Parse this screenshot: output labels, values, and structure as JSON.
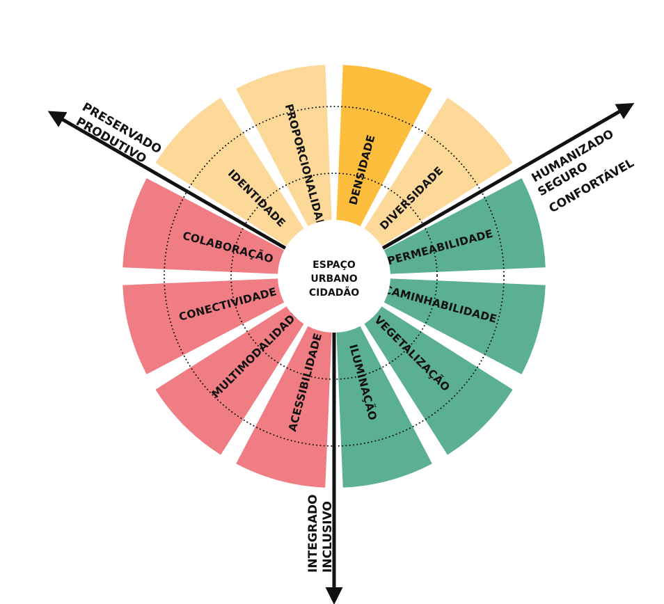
{
  "center": {
    "lines": [
      "ESPAÇO",
      "URBANO",
      "CIDADÃO"
    ]
  },
  "colors": {
    "yellow": "#FCD899",
    "yellow_highlight": "#FDBE3D",
    "red": "#F17D84",
    "green": "#5AAF95",
    "axis": "#111111"
  },
  "groups": [
    {
      "id": "yellow",
      "axis_lines": [
        "HUMANIZADO",
        "SEGURO",
        "CONFORTÁVEL"
      ]
    },
    {
      "id": "green",
      "axis_lines": [
        "INTEGRADO",
        "INCLUSIVO"
      ]
    },
    {
      "id": "red",
      "axis_lines": [
        "PRESERVADO",
        "PRODUTIVO"
      ]
    }
  ],
  "segments": [
    {
      "label": "DENSIDADE",
      "group": "yellow",
      "highlight": true
    },
    {
      "label": "DIVERSIDADE",
      "group": "yellow"
    },
    {
      "label": "PERMEABILIDADE",
      "group": "green"
    },
    {
      "label": "CAMINHABILIDADE",
      "group": "green"
    },
    {
      "label": "VEGETALIZAÇÃO",
      "group": "green"
    },
    {
      "label": "ILUMINAÇÃO",
      "group": "green"
    },
    {
      "label": "ACESSIBILIDADE",
      "group": "red"
    },
    {
      "label": "MULTIMODALIDADE",
      "group": "red"
    },
    {
      "label": "CONECTIVIDADE",
      "group": "red"
    },
    {
      "label": "COLABORAÇÃO",
      "group": "red"
    },
    {
      "label": "IDENTIDADE",
      "group": "yellow"
    },
    {
      "label": "PROPORCIONALIDADE",
      "group": "yellow"
    }
  ]
}
